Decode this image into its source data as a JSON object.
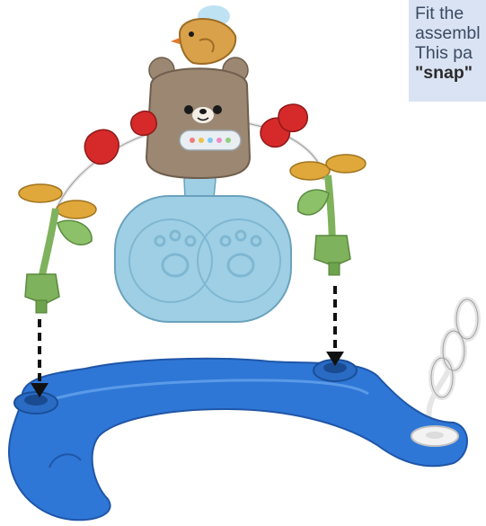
{
  "instruction": {
    "lines": [
      "Fit the",
      "assembl",
      "This pa"
    ],
    "emphasis": "\"snap\""
  },
  "illustration": {
    "toy_parts": [
      "bird-topper",
      "bear-head",
      "bead-rattle",
      "paw-print-panel",
      "left-flower-stem",
      "right-flower-stem",
      "red-clips",
      "wire-arch",
      "blue-base",
      "spiral-spring"
    ],
    "arrows": [
      "down-arrow-left",
      "down-arrow-right"
    ]
  },
  "colors": {
    "panel_bg": "#d9e3f3",
    "base_blue": "#2f77d6",
    "panel_blue": "#9fcfe4",
    "bear_brown": "#9b8772",
    "clip_red": "#d62a2a",
    "stem_green": "#7fb25c",
    "petal_yellow": "#e0a83a"
  }
}
